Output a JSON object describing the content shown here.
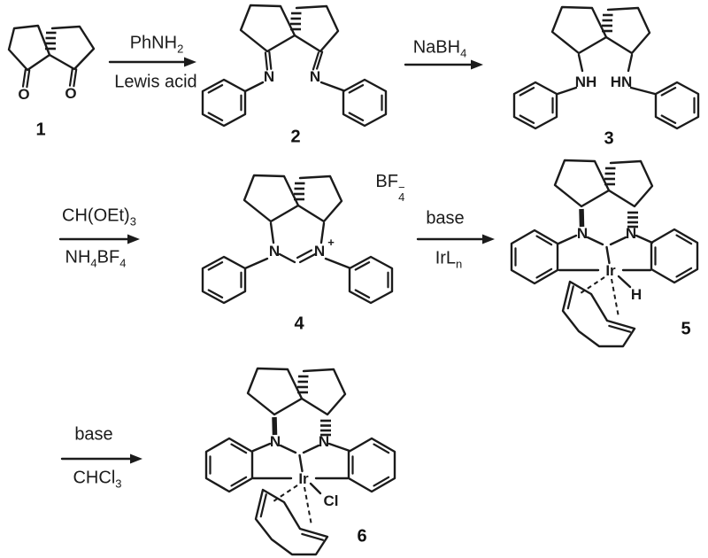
{
  "compounds": {
    "c1": {
      "number": "1",
      "atom_o_left": "O",
      "atom_o_right": "O"
    },
    "c2": {
      "number": "2",
      "atom_n_left": "N",
      "atom_n_right": "N"
    },
    "c3": {
      "number": "3",
      "atom_nh_left": "NH",
      "atom_nh_right": "HN"
    },
    "c4": {
      "number": "4",
      "atom_n_left": "N",
      "atom_n_right": "N",
      "charge_plus": "+",
      "counterion_main": "BF",
      "counterion_sub": "4",
      "counterion_charge": "−"
    },
    "c5": {
      "number": "5",
      "atom_n_left": "N",
      "atom_n_right": "N",
      "atom_metal": "Ir",
      "atom_hydride": "H"
    },
    "c6": {
      "number": "6",
      "atom_n_left": "N",
      "atom_n_right": "N",
      "atom_metal": "Ir",
      "atom_chloride": "Cl"
    }
  },
  "reactions": {
    "r1": {
      "above_main": "PhNH",
      "above_sub": "2",
      "below": "Lewis acid"
    },
    "r2": {
      "above_main": "NaBH",
      "above_sub": "4"
    },
    "r3": {
      "above_main": "CH(OEt)",
      "above_sub": "3",
      "below_t1": "NH",
      "below_s1": "4",
      "below_t2": "BF",
      "below_s2": "4"
    },
    "r4": {
      "above": "base",
      "below_main": "IrL",
      "below_sub": "n"
    },
    "r5": {
      "above": "base",
      "below_main": "CHCl",
      "below_sub": "3"
    }
  }
}
